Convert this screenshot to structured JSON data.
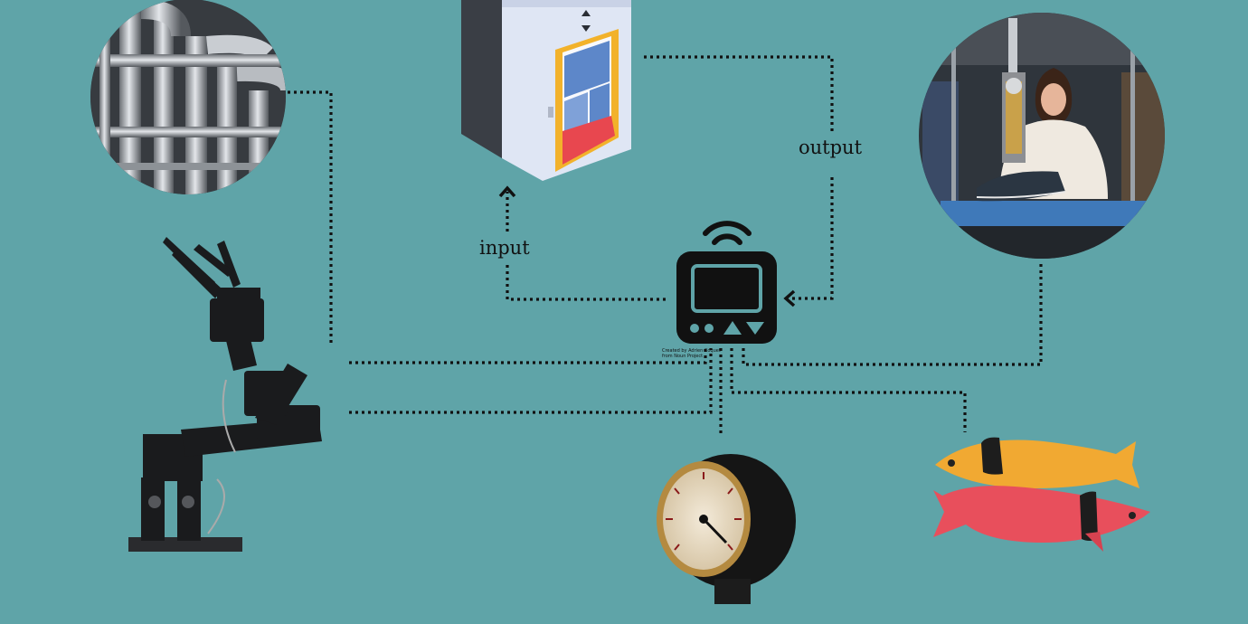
{
  "colors": {
    "background": "#5fa4a8",
    "connector": "#111111",
    "device": "#111111",
    "elevator_wall": "#dfe6f4",
    "elevator_floor": "#e8474f",
    "elevator_frame": "#f2b22b",
    "fish_yellow": "#f1a932",
    "fish_red": "#e84f5c"
  },
  "labels": {
    "input": "input",
    "output": "output"
  },
  "device": {
    "icon": "wireless-controller-icon",
    "credit_line1": "Created by Adrien Coquet",
    "credit_line2": "from Noun Project"
  },
  "nodes": [
    {
      "id": "pipes",
      "icon": "industrial-pipes-image"
    },
    {
      "id": "elevator",
      "icon": "elevator-icon"
    },
    {
      "id": "prosthetic",
      "icon": "prosthetic-leg-photo"
    },
    {
      "id": "robot-arm",
      "icon": "robotic-arm-image"
    },
    {
      "id": "pressure-gauge",
      "icon": "pressure-gauge-image"
    },
    {
      "id": "robot-fish",
      "icon": "robotic-fish-image"
    }
  ]
}
